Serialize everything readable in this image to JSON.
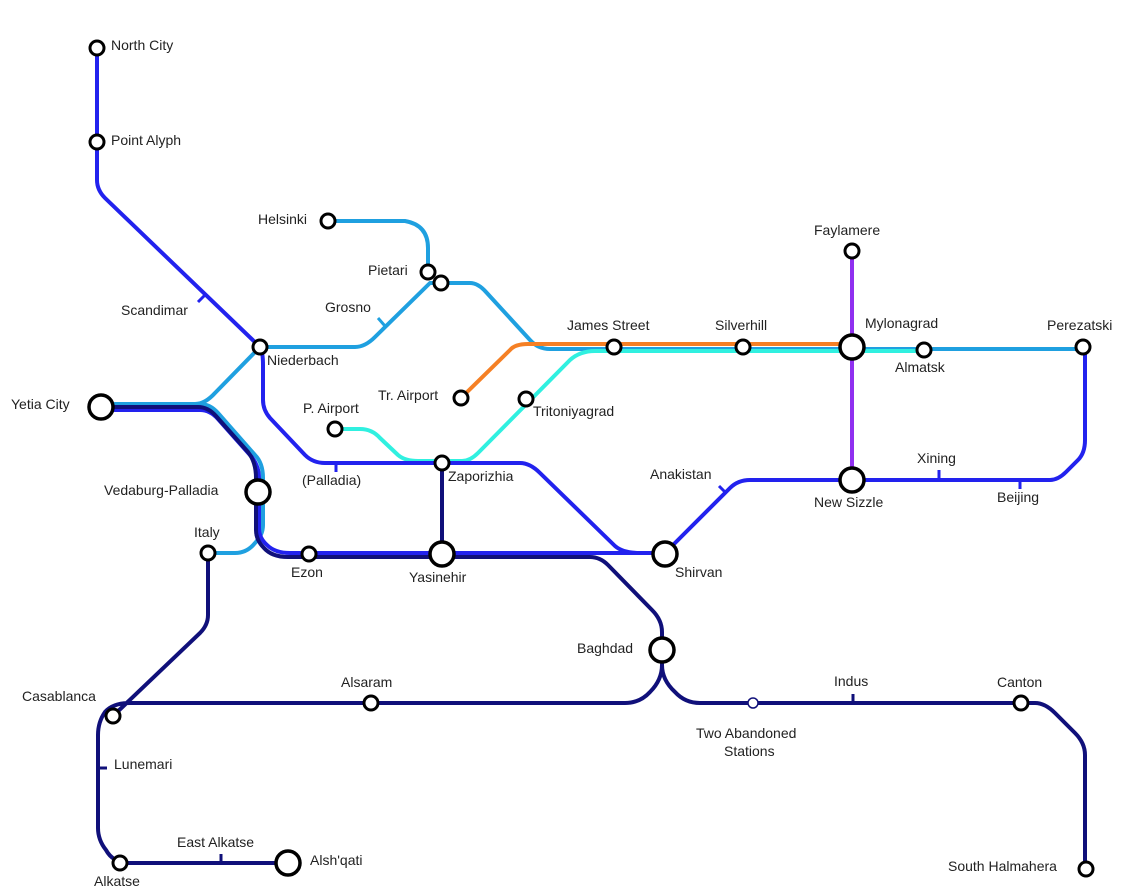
{
  "title": "Transit network map",
  "colors": {
    "blue": "#2222ee",
    "light_blue": "#1fa0e0",
    "navy": "#10107a",
    "orange": "#f58025",
    "cyan": "#30f0e0",
    "purple": "#9030f0"
  },
  "stations": {
    "north_city": "North City",
    "point_alyph": "Point Alyph",
    "scandimar": "Scandimar",
    "helsinki": "Helsinki",
    "pietari": "Pietari",
    "grosno": "Grosno",
    "niederbach": "Niederbach",
    "yetia_city": "Yetia City",
    "vedaburg_palladia": "Vedaburg-Palladia",
    "italy": "Italy",
    "ezon": "Ezon",
    "yasinehir": "Yasinehir",
    "p_airport": "P. Airport",
    "palladia": "(Palladia)",
    "zaporizhia": "Zaporizhia",
    "tr_airport": "Tr. Airport",
    "tritoniyagrad": "Tritoniyagrad",
    "james_street": "James Street",
    "silverhill": "Silverhill",
    "mylonagrad": "Mylonagrad",
    "almatsk": "Almatsk",
    "perezatski": "Perezatski",
    "faylamere": "Faylamere",
    "new_sizzle": "New Sizzle",
    "xining": "Xining",
    "beijing": "Beijing",
    "anakistan": "Anakistan",
    "shirvan": "Shirvan",
    "baghdad": "Baghdad",
    "casablanca": "Casablanca",
    "alsaram": "Alsaram",
    "two_abandoned_1": "Two Abandoned",
    "two_abandoned_2": "Stations",
    "indus": "Indus",
    "canton": "Canton",
    "south_halmahera": "South Halmahera",
    "lunemari": "Lunemari",
    "alkatse": "Alkatse",
    "east_alkatse": "East Alkatse",
    "alshqati": "Alsh'qati"
  }
}
